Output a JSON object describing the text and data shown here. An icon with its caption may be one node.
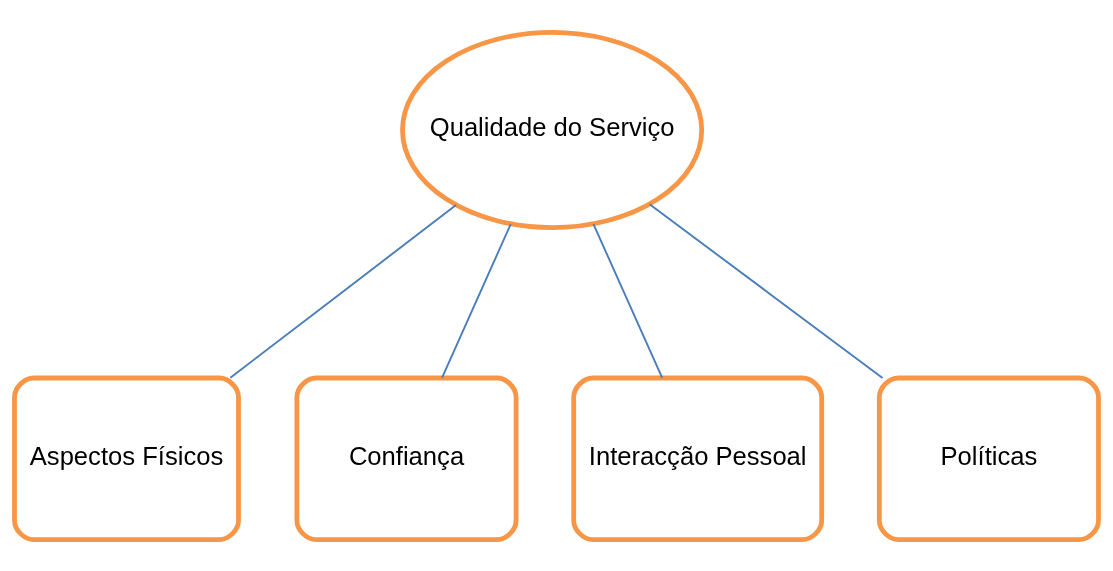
{
  "diagram": {
    "nodes": [
      {
        "text": [
          "Qualidade do Serviço"
        ]
      },
      {
        "text": [
          "Aspectos Físicos"
        ]
      },
      {
        "text": [
          "Confiança"
        ]
      },
      {
        "text": [
          "Interacção Pessoal"
        ]
      },
      {
        "text": [
          "Políticas"
        ]
      }
    ],
    "edges": [
      {
        "from": 0,
        "to": 1,
        "arrow": "none"
      },
      {
        "from": 0,
        "to": 2,
        "arrow": "none"
      },
      {
        "from": 0,
        "to": 3,
        "arrow": "none"
      },
      {
        "from": 0,
        "to": 4,
        "arrow": "none"
      }
    ]
  }
}
